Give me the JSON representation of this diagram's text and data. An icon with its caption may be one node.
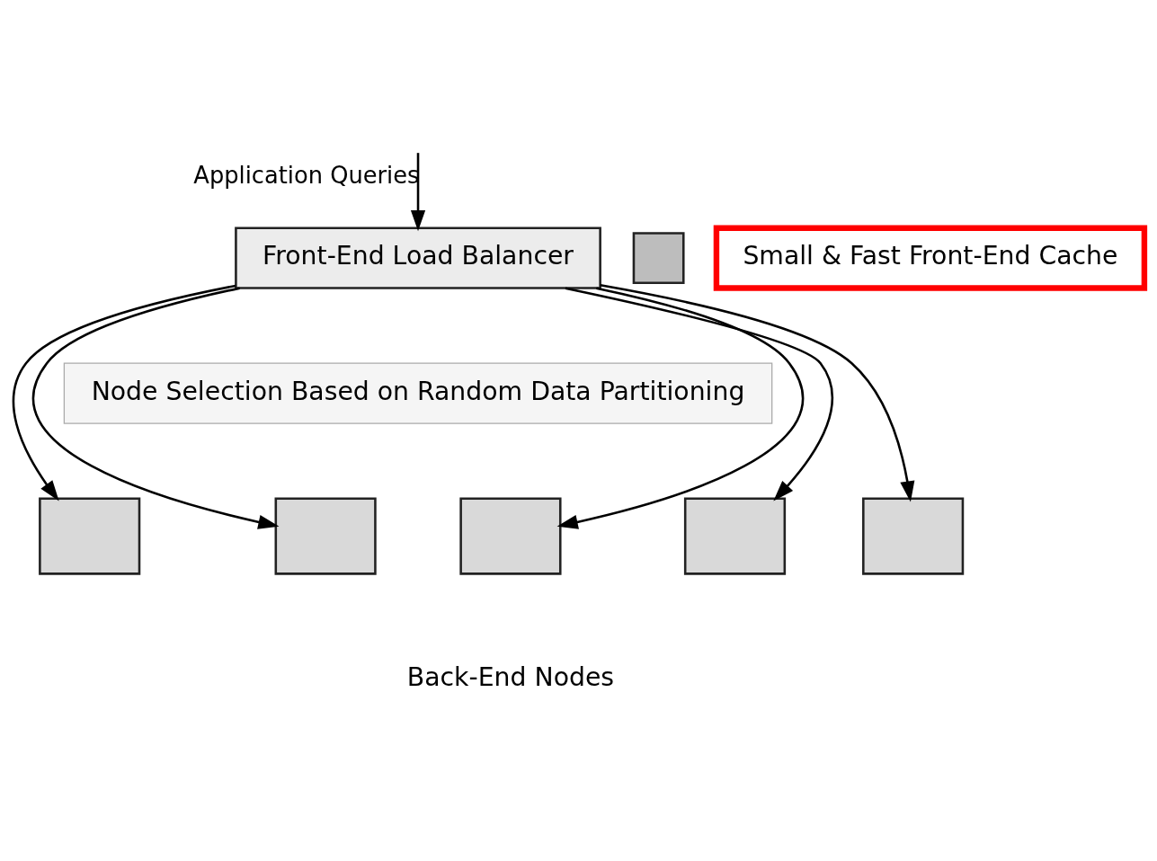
{
  "diagram": {
    "nodes": [
      {
        "text": [
          "Front-End Load Balancer"
        ]
      },
      {
        "text": [
          "Small & Fast Front-End Cache"
        ]
      },
      {
        "text": [],
        "shape": "box"
      },
      {
        "text": [
          "Node Selection Based on Random Data Partitioning"
        ]
      },
      {
        "text": [],
        "shape": "box"
      },
      {
        "text": [],
        "shape": "box"
      },
      {
        "text": [],
        "shape": "box"
      },
      {
        "text": [],
        "shape": "box"
      },
      {
        "text": [],
        "shape": "box"
      }
    ],
    "edges": [
      {
        "from": null,
        "to": 0,
        "arrow": "to",
        "label": "Application Queries"
      },
      {
        "from": 0,
        "to": 4,
        "arrow": "to"
      },
      {
        "from": 0,
        "to": 5,
        "arrow": "to"
      },
      {
        "from": 0,
        "to": 6,
        "arrow": "to"
      },
      {
        "from": 0,
        "to": 7,
        "arrow": "to"
      },
      {
        "from": 0,
        "to": 8,
        "arrow": "to"
      }
    ],
    "labels": [
      "Back-End Nodes"
    ]
  }
}
